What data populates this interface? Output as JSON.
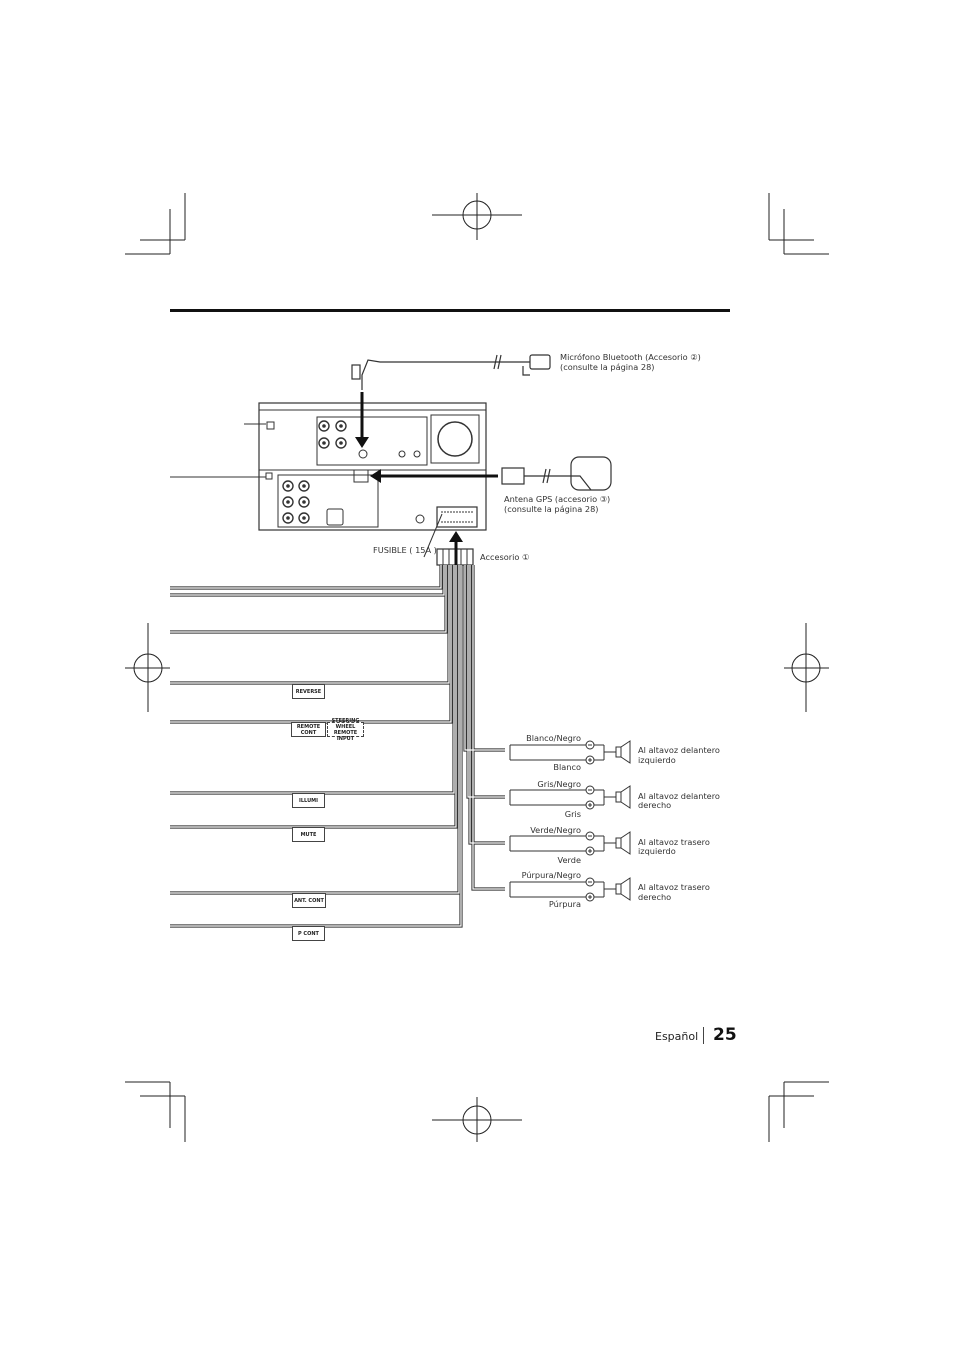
{
  "microphone": {
    "line1": "Micrófono Bluetooth (Accesorio ②)",
    "line2": "(consulte la página 28)"
  },
  "gps": {
    "line1": "Antena GPS (accesorio ③)",
    "line2": "(consulte la página 28)"
  },
  "fuse_label": "FUSIBLE ( 15A )",
  "accessory_label": "Accesorio ①",
  "tags": {
    "reverse": "REVERSE",
    "remote_cont": "REMOTE CONT",
    "steering_1": "STEERING WHEEL",
    "steering_2": "REMOTE INPUT",
    "illumi": "ILLUMI",
    "mute": "MUTE",
    "ant_cont": "ANT. CONT",
    "p_cont": "P CONT"
  },
  "speakers": [
    {
      "neg": "Blanco/Negro",
      "pos": "Blanco",
      "line1": "Al altavoz delantero",
      "line2": "izquierdo"
    },
    {
      "neg": "Gris/Negro",
      "pos": "Gris",
      "line1": "Al altavoz delantero",
      "line2": "derecho"
    },
    {
      "neg": "Verde/Negro",
      "pos": "Verde",
      "line1": "Al altavoz trasero",
      "line2": "izquierdo"
    },
    {
      "neg": "Púrpura/Negro",
      "pos": "Púrpura",
      "line1": "Al altavoz trasero",
      "line2": "derecho"
    }
  ],
  "footer": {
    "language": "Español",
    "page_number": "25"
  }
}
